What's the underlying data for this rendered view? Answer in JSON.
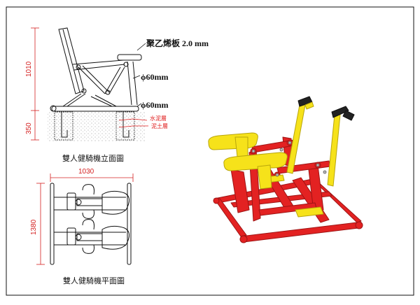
{
  "labels": {
    "height_dim": "1010",
    "base_dim": "350",
    "width_dim": "1030",
    "length_dim": "1380",
    "spec_board": "聚乙烯板 2.0 mm",
    "spec_pipe_upper": "ϕ60mm",
    "spec_pipe_lower": "ϕ60mm",
    "layer_cement": "水泥層",
    "layer_soil": "泥土層",
    "caption_elevation": "雙人健騎機立面圖",
    "caption_plan": "雙人健騎機平面圖"
  },
  "colors": {
    "frame_red": "#e32222",
    "frame_dark_red": "#9e1414",
    "part_yellow": "#f6e21a",
    "part_dark_yellow": "#b8a50c",
    "dimension_red": "#d42020",
    "line_black": "#111111"
  }
}
